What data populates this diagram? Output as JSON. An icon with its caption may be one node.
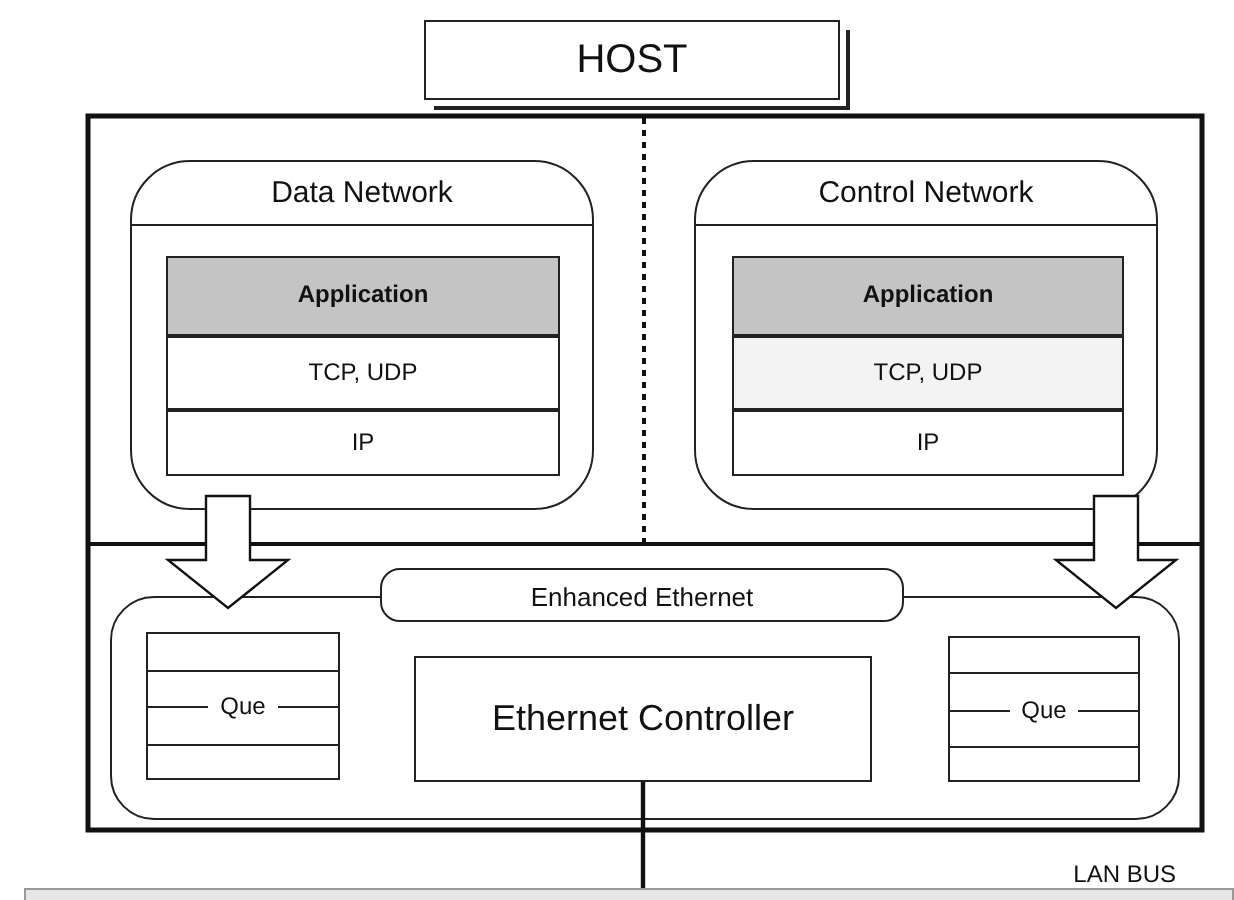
{
  "diagram": {
    "nodes": [
      {
        "text": [
          "HOST"
        ]
      },
      {
        "text": [
          "Data Network"
        ]
      },
      {
        "text": [
          "Application"
        ],
        "in": 1
      },
      {
        "text": [
          "TCP, UDP"
        ],
        "in": 1
      },
      {
        "text": [
          "IP"
        ],
        "in": 1
      },
      {
        "text": [
          "Control Network"
        ]
      },
      {
        "text": [
          "Application"
        ],
        "in": 5
      },
      {
        "text": [
          "TCP, UDP"
        ],
        "in": 5
      },
      {
        "text": [
          "IP"
        ],
        "in": 5
      },
      {
        "text": [
          "Enhanced Ethernet"
        ]
      },
      {
        "text": [
          "Que"
        ],
        "in": 9
      },
      {
        "text": [
          "Ethernet Controller"
        ],
        "in": 9
      },
      {
        "text": [
          "Que"
        ],
        "in": 9
      },
      {
        "text": [
          "LAN BUS"
        ]
      }
    ],
    "edges": [
      {
        "from": 1,
        "to": 9,
        "arrow": "to"
      },
      {
        "from": 5,
        "to": 9,
        "arrow": "to"
      },
      {
        "from": 11,
        "to": 13,
        "arrow": "none"
      }
    ]
  }
}
